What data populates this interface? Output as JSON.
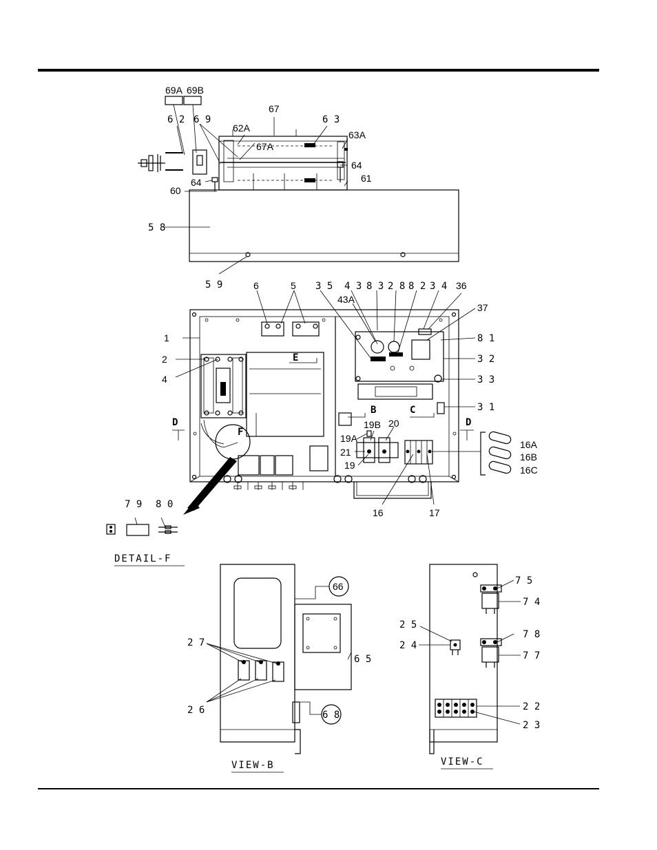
{
  "callouts": {
    "c69A": "69A",
    "c69B": "69B",
    "c62": "6 2",
    "c69": "6 9",
    "c67": "67",
    "c62A": "62A",
    "c63": "6 3",
    "c63A": "63A",
    "c67A": "67A",
    "c64a": "64",
    "c64b": "64",
    "c61": "61",
    "c60": "60",
    "c58": "5 8",
    "c59": "5 9",
    "c6": "6",
    "c5": "5",
    "c35": "3 5",
    "c43": "4 3",
    "c83": "8 3",
    "c28": "2 8",
    "c82": "8 2",
    "c34": "3 4",
    "c36": "36",
    "c43A": "43A",
    "c37": "37",
    "c1": "1",
    "c81": "8 1",
    "c2": "2",
    "c32": "3 2",
    "c4": "4",
    "c33": "3 3",
    "cE": "E",
    "c31": "3 1",
    "cB": "B",
    "cC": "C",
    "cD1": "D",
    "cD2": "D",
    "c19B": "19B",
    "c20": "20",
    "c19A": "19A",
    "c21": "21",
    "c19": "19",
    "cF": "F",
    "c16A": "16A",
    "c16B": "16B",
    "c16C": "16C",
    "c16": "16",
    "c17": "17",
    "c79": "7 9",
    "c80": "8 0",
    "c66": "66",
    "c65": "6 5",
    "c27": "2 7",
    "c26": "2 6",
    "c68": "6 8",
    "c75": "7 5",
    "c74": "7 4",
    "c25": "2 5",
    "c24": "2 4",
    "c78": "7 8",
    "c77": "7 7",
    "c22": "2 2",
    "c23": "2 3"
  },
  "captions": {
    "detail_f": "DETAIL-F",
    "view_b": "VIEW-B",
    "view_c": "VIEW-C"
  }
}
